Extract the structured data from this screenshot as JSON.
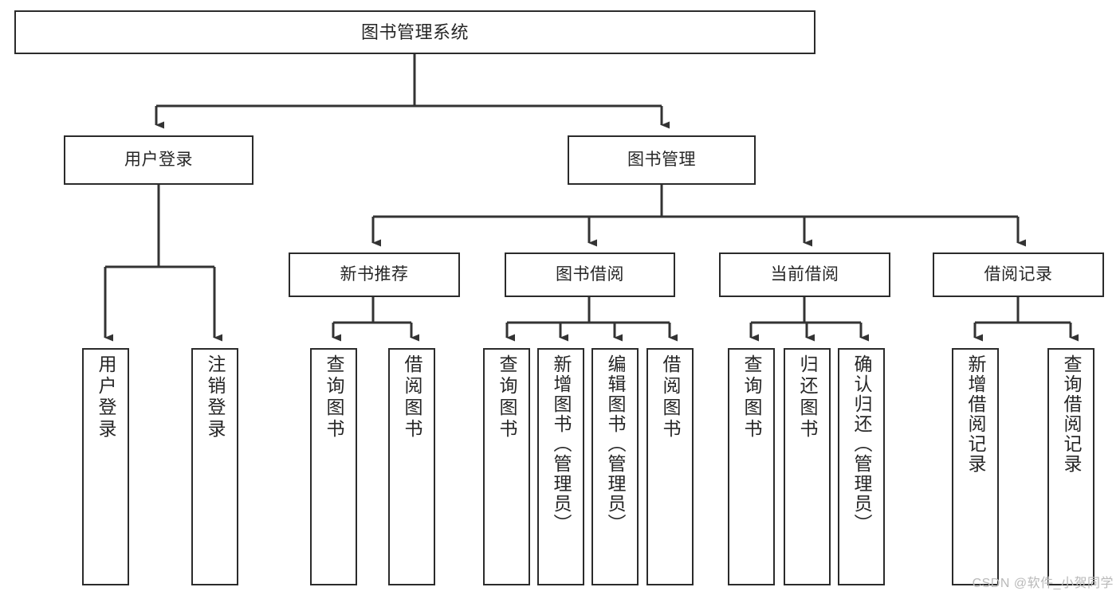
{
  "diagram": {
    "title": "图书管理系统",
    "type": "hierarchy-tree",
    "root": {
      "label": "图书管理系统"
    },
    "level1": [
      {
        "label": "用户登录"
      },
      {
        "label": "图书管理"
      }
    ],
    "level2": [
      {
        "label": "新书推荐"
      },
      {
        "label": "图书借阅"
      },
      {
        "label": "当前借阅"
      },
      {
        "label": "借阅记录"
      }
    ],
    "leaves": {
      "user_login": [
        {
          "label": "用户登录"
        },
        {
          "label": "注销登录"
        }
      ],
      "new_book_recommend": [
        {
          "label": "查询图书"
        },
        {
          "label": "借阅图书"
        }
      ],
      "book_borrow": [
        {
          "label": "查询图书"
        },
        {
          "label": "新增图书（管理员）"
        },
        {
          "label": "编辑图书（管理员）"
        },
        {
          "label": "借阅图书"
        }
      ],
      "current_borrow": [
        {
          "label": "查询图书"
        },
        {
          "label": "归还图书"
        },
        {
          "label": "确认归还（管理员）"
        }
      ],
      "borrow_record": [
        {
          "label": "新增借阅记录"
        },
        {
          "label": "查询借阅记录"
        }
      ]
    }
  },
  "watermark": {
    "text": "CSDN @软件_小贺同学"
  },
  "colors": {
    "box_border": "#2b2b2b",
    "box_fill": "#ffffff",
    "text": "#262626",
    "edge": "#333333",
    "watermark": "#b9b9b9",
    "background": "#ffffff"
  }
}
